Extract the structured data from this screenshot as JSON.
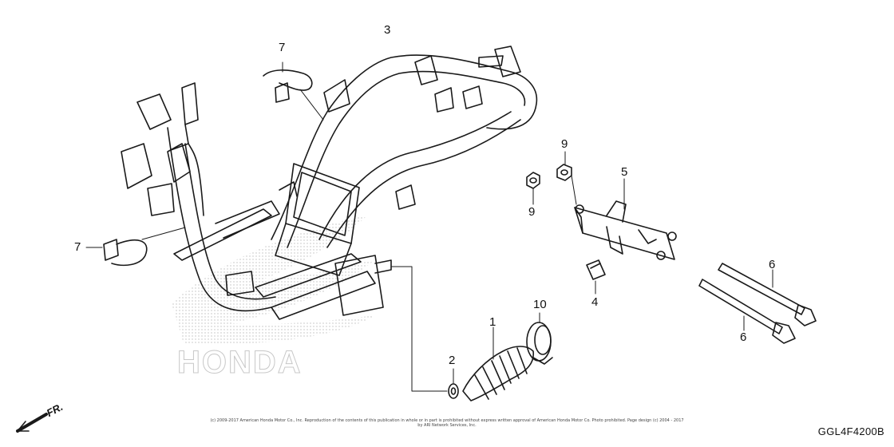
{
  "callouts": {
    "frame_body": "3",
    "harness_band_upper": "7",
    "harness_band_lower": "7",
    "engine_hanger": "5",
    "nut_upper": "9",
    "nut_lower": "9",
    "bolt_upper": "6",
    "bolt_lower": "6",
    "rubber_stopper": "4",
    "boot": "1",
    "band": "10",
    "washer": "2"
  },
  "watermark": "HONDA",
  "direction_label": "FR.",
  "copyright": "(c) 2009-2017 American Honda Motor Co., Inc. Reproduction of the contents of this publication in whole or in part is prohibited without express written approval of American Honda Motor Co. Photo prohibited. Page design (c) 2004 - 2017 by ARI Network Services, Inc.",
  "diagram_code": "GGL4F4200B",
  "colors": {
    "line": "#1a1a1a",
    "watermark_dots": "#bdbdbd"
  }
}
